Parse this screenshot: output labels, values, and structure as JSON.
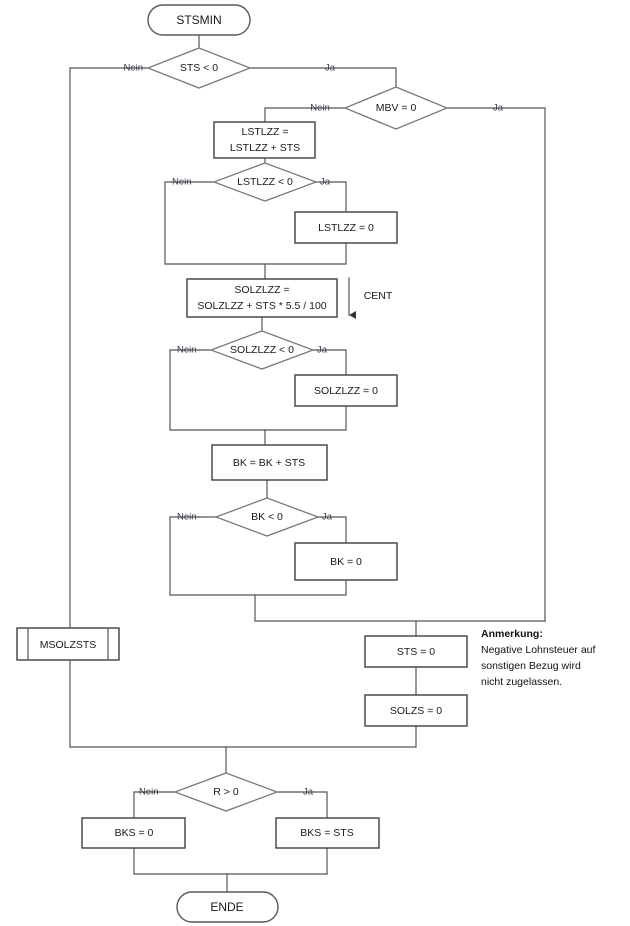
{
  "diagram": {
    "title": "STSMIN",
    "language": "de",
    "labels": {
      "yes": "Ja",
      "no": "Nein"
    },
    "nodes": {
      "start": {
        "text": "STSMIN",
        "type": "terminal"
      },
      "dec_sts": {
        "text": "STS < 0",
        "type": "decision"
      },
      "dec_mbv": {
        "text": "MBV = 0",
        "type": "decision"
      },
      "proc_lstlzz_add": {
        "line1": "LSTLZZ =",
        "line2": "LSTLZZ + STS",
        "type": "process"
      },
      "dec_lstlzz": {
        "text": "LSTLZZ < 0",
        "type": "decision"
      },
      "proc_lstlzz_zero": {
        "text": "LSTLZZ = 0",
        "type": "process"
      },
      "proc_solzlzz_add": {
        "line1": "SOLZLZZ =",
        "line2": "SOLZLZZ + STS * 5.5 / 100",
        "type": "process"
      },
      "dec_solzlzz": {
        "text": "SOLZLZZ < 0",
        "type": "decision"
      },
      "proc_solzlzz_zero": {
        "text": "SOLZLZZ = 0",
        "type": "process"
      },
      "proc_bk_add": {
        "text": "BK = BK + STS",
        "type": "process"
      },
      "dec_bk": {
        "text": "BK < 0",
        "type": "decision"
      },
      "proc_bk_zero": {
        "text": "BK = 0",
        "type": "process"
      },
      "proc_sts_zero": {
        "text": "STS = 0",
        "type": "process"
      },
      "proc_solzs_zero": {
        "text": "SOLZS = 0",
        "type": "process"
      },
      "sub_msolzsts": {
        "text": "MSOLZSTS",
        "type": "predefined-process"
      },
      "dec_r": {
        "text": "R > 0",
        "type": "decision"
      },
      "proc_bks_zero": {
        "text": "BKS = 0",
        "type": "process"
      },
      "proc_bks_sts": {
        "text": "BKS = STS",
        "type": "process"
      },
      "end": {
        "text": "ENDE",
        "type": "terminal"
      }
    },
    "annotations": {
      "cent": "CENT"
    },
    "note": {
      "title": "Anmerkung:",
      "line1": "Negative Lohnsteuer auf",
      "line2": "sonstigen Bezug wird",
      "line3": "nicht zugelassen."
    },
    "colors": {
      "background": "#ffffff",
      "stroke": "#555555",
      "text": "#1a1a1a",
      "label": "#3a3a48"
    }
  }
}
